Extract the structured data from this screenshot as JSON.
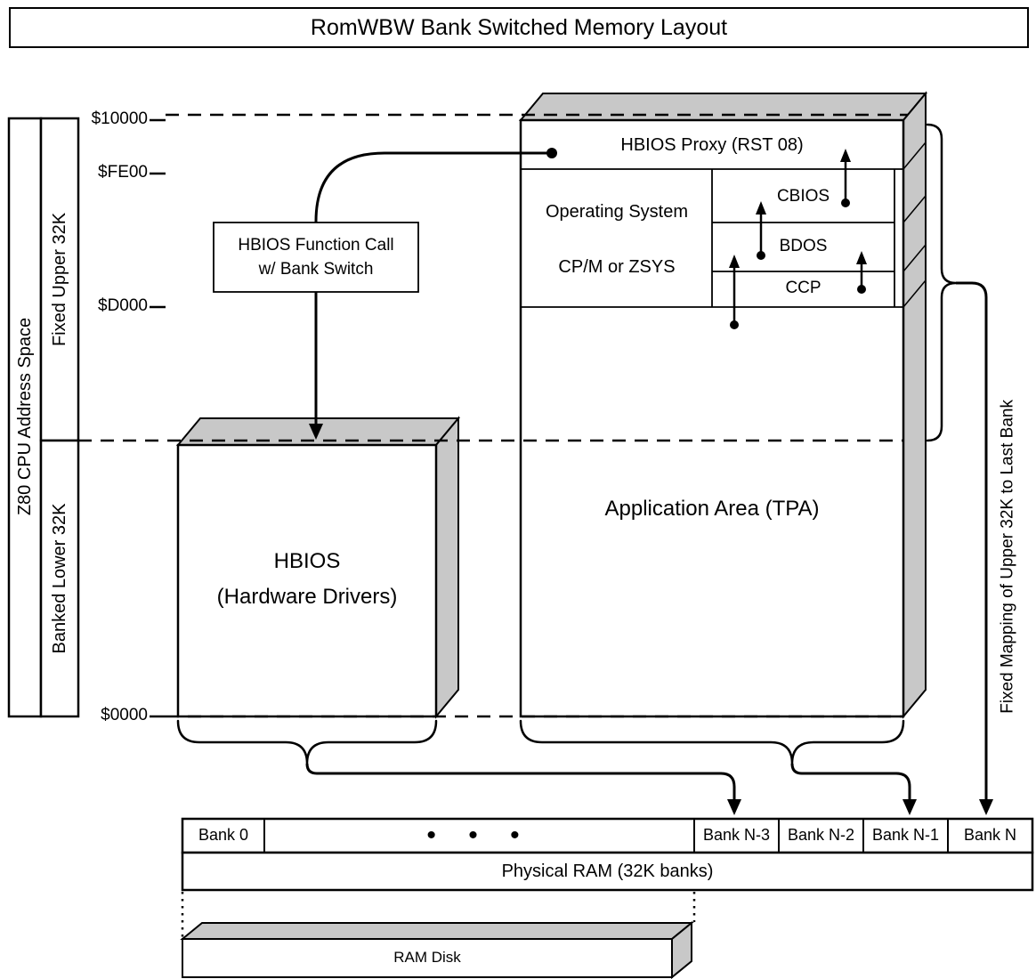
{
  "title": "RomWBW Bank Switched Memory Layout",
  "left_panel": {
    "cpu_label": "Z80 CPU Address Space",
    "upper_label": "Fixed Upper 32K",
    "lower_label": "Banked Lower 32K"
  },
  "addresses": {
    "top": "$10000",
    "fe00": "$FE00",
    "d000": "$D000",
    "zero": "$0000"
  },
  "main_box": {
    "proxy": "HBIOS Proxy (RST 08)",
    "os_line1": "Operating System",
    "os_line2": "CP/M or ZSYS",
    "cbios": "CBIOS",
    "bdos": "BDOS",
    "ccp": "CCP",
    "tpa": "Application Area (TPA)"
  },
  "hbios_box": {
    "line1": "HBIOS",
    "line2": "(Hardware Drivers)"
  },
  "call_label": {
    "line1": "HBIOS Function Call",
    "line2": "w/ Bank Switch"
  },
  "right_note": "Fixed Mapping of Upper 32K to Last Bank",
  "ram": {
    "banks": [
      "Bank 0",
      "Bank N-3",
      "Bank N-2",
      "Bank N-1",
      "Bank N"
    ],
    "ellipsis": "• • •",
    "physical_label": "Physical RAM (32K banks)",
    "ramdisk_label": "RAM Disk"
  },
  "colors": {
    "shade": "#c8c8c8",
    "line": "#000000",
    "background": "#ffffff"
  }
}
